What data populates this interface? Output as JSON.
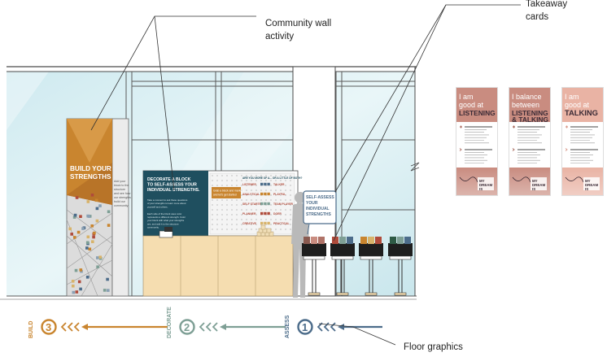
{
  "callouts": {
    "community_wall": [
      "Community wall",
      "activity"
    ],
    "takeaway": [
      "Takeaway",
      "cards"
    ],
    "floor": "Floor graphics"
  },
  "tower": {
    "title": [
      "BUILD YOUR",
      "STRENGTHS"
    ],
    "blurb": [
      "Add your",
      "block to the",
      "structure",
      "and see how",
      "our strengths",
      "build our",
      "community."
    ]
  },
  "wall_panel": {
    "heading": [
      "DECORATE A BLOCK",
      "TO SELF-ASSESS YOUR",
      "INDIVIDUAL STRENGTHS."
    ],
    "body": [
      "Take a moment to ask these questions",
      "of your strengths to learn more about",
      "yourself and others.",
      "",
      "Each side of the block uses color",
      "represents a different strength. Color",
      "your block with what your strengths",
      "are, and add it to the structure",
      "community."
    ],
    "board_note": [
      "Grab a block and markers",
      "and let's get started"
    ],
    "board_title": "ARE YOU MORE OF A... OR A LITTLE OF BOTH?",
    "left_traits": [
      "LISTENER",
      "ANALYTICAL",
      "SELF STARTER",
      "PLANNER",
      "CREATIVE"
    ],
    "right_traits": [
      "TALKER",
      "PLAYFUL",
      "TEAM PLAYER",
      "DOER",
      "PRACTICAL"
    ],
    "sign": [
      "SELF-ASSESS",
      "YOUR",
      "INDIVIDUAL",
      "STRENGTHS"
    ]
  },
  "floor_steps": [
    {
      "label": "BUILD",
      "num": "3",
      "color": "#c9852f"
    },
    {
      "label": "DECORATE",
      "num": "2",
      "color": "#7e9f95"
    },
    {
      "label": "ASSESS",
      "num": "1",
      "color": "#4c6c8a"
    }
  ],
  "cards": [
    {
      "title": [
        "I am",
        "good at"
      ],
      "big": "LISTENING",
      "big2": "",
      "bg": "#c98c80",
      "head": "#b07368"
    },
    {
      "title": [
        "I balance",
        "between"
      ],
      "big": "LISTENING",
      "big2": "& TALKING",
      "bg": "#c98c80",
      "head": "#a86a5d"
    },
    {
      "title": [
        "I am",
        "good at"
      ],
      "big": "TALKING",
      "big2": "",
      "bg": "#e9b3a4",
      "head": "#d9998a"
    }
  ],
  "card_footer": [
    "MY",
    "DREAM",
    "IS"
  ],
  "colors": {
    "glass": "#d7eef2",
    "teal_panel": "#1f4f5f",
    "tower_orange": "#c9852f",
    "counter": "#f5ddb0",
    "frame": "#4a4a4a"
  }
}
